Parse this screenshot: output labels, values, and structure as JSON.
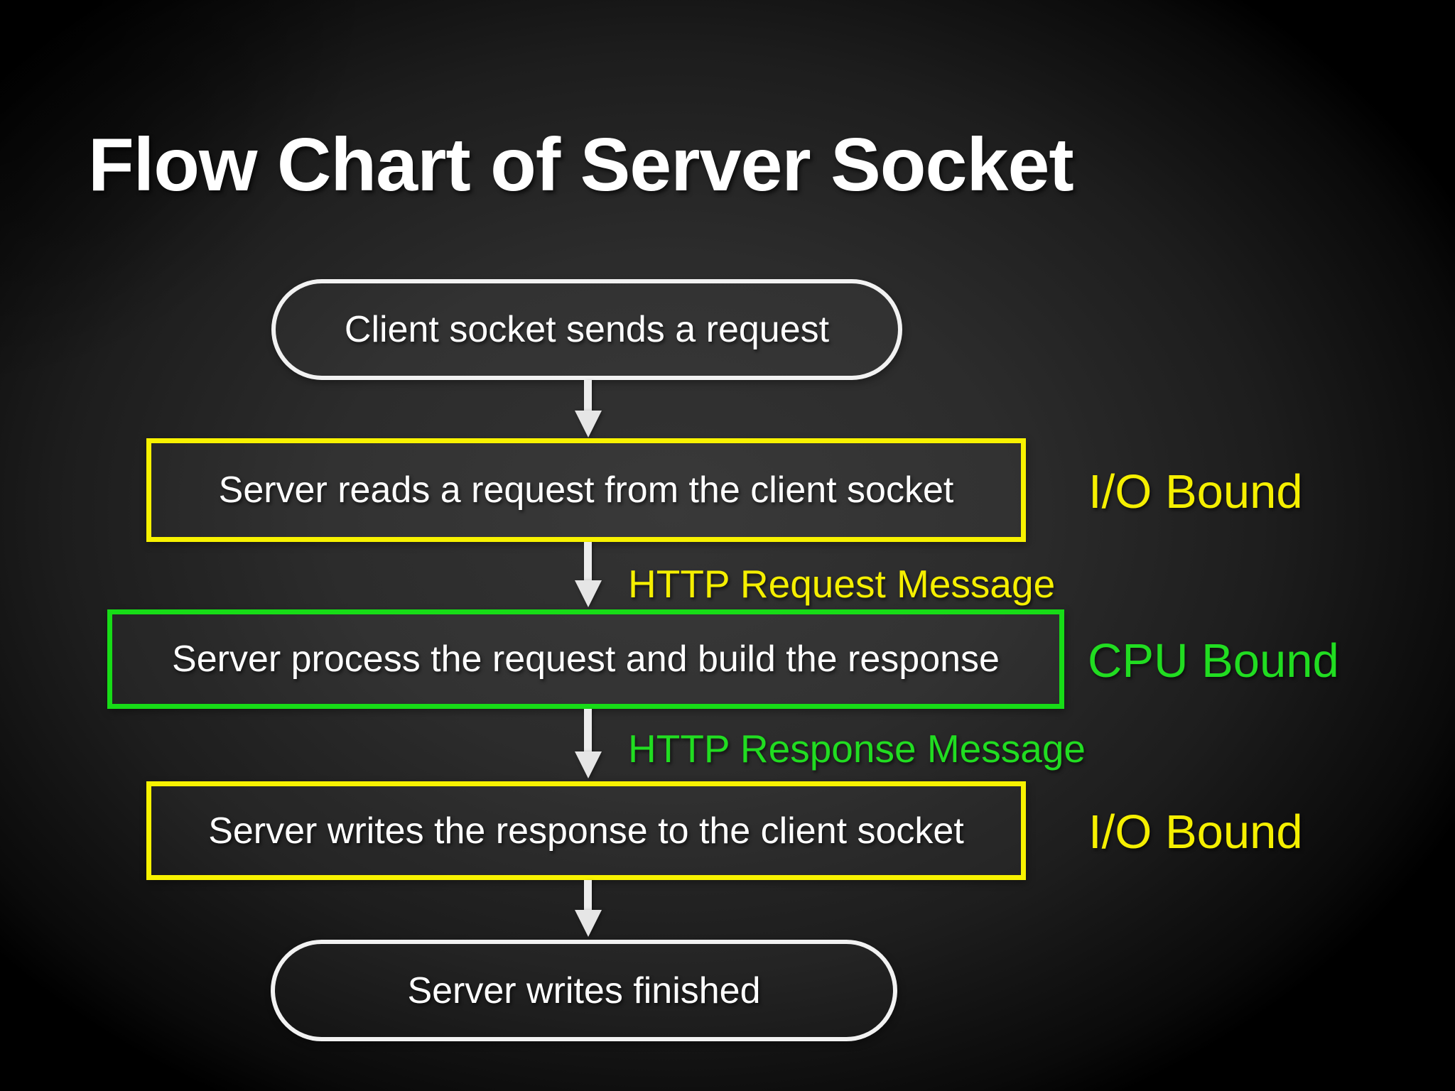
{
  "title": "Flow Chart of Server Socket",
  "colors": {
    "background": "#000000",
    "title_text": "#ffffff",
    "node_text": "#ffffff",
    "terminator_outline": "#f2f2f2",
    "yellow": "#f8f200",
    "green": "#17dc17",
    "arrow": "#ededed"
  },
  "flowchart": {
    "nodes": {
      "start": {
        "shape": "terminator",
        "label": "Client socket sends a request"
      },
      "read": {
        "shape": "process",
        "outline": "yellow",
        "label": "Server reads a request from the client socket"
      },
      "build": {
        "shape": "process",
        "outline": "green",
        "label": "Server process the request and build the response"
      },
      "write": {
        "shape": "process",
        "outline": "yellow",
        "label": "Server writes the response to the client socket"
      },
      "end": {
        "shape": "terminator",
        "label": "Server writes finished"
      }
    },
    "edge_labels": {
      "request": {
        "text": "HTTP Request Message",
        "color": "#f5ef00"
      },
      "response": {
        "text": "HTTP Response Message",
        "color": "#21dd21"
      }
    },
    "side_labels": {
      "io1": {
        "text": "I/O Bound",
        "color": "#f5ef00"
      },
      "cpu": {
        "text": "CPU Bound",
        "color": "#21dd21"
      },
      "io2": {
        "text": "I/O Bound",
        "color": "#f5ef00"
      }
    }
  }
}
